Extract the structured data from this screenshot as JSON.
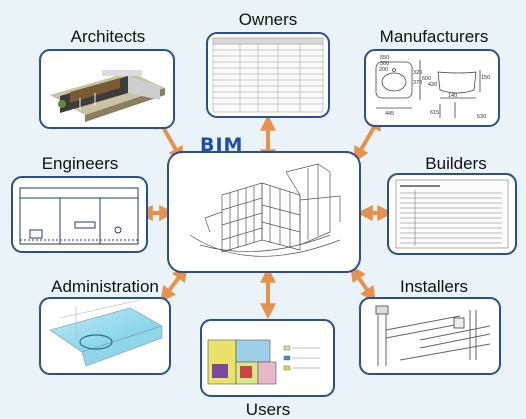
{
  "title": "BIM",
  "nodes": {
    "architects": {
      "label": "Architects"
    },
    "owners": {
      "label": "Owners"
    },
    "manufacturers": {
      "label": "Manufacturers"
    },
    "engineers": {
      "label": "Engineers"
    },
    "builders": {
      "label": "Builders"
    },
    "administration": {
      "label": "Administration"
    },
    "installers": {
      "label": "Installers"
    },
    "users": {
      "label": "Users"
    }
  },
  "manufacturers_dims": [
    "550",
    "300",
    "200",
    "320",
    "600",
    "420",
    "370",
    "445",
    "150",
    "140",
    "530",
    "615"
  ],
  "colors": {
    "frame": "#2a4f95",
    "arrow": "#e8914a",
    "background": "#eaf3f8",
    "bim": "#1f4ea8"
  }
}
